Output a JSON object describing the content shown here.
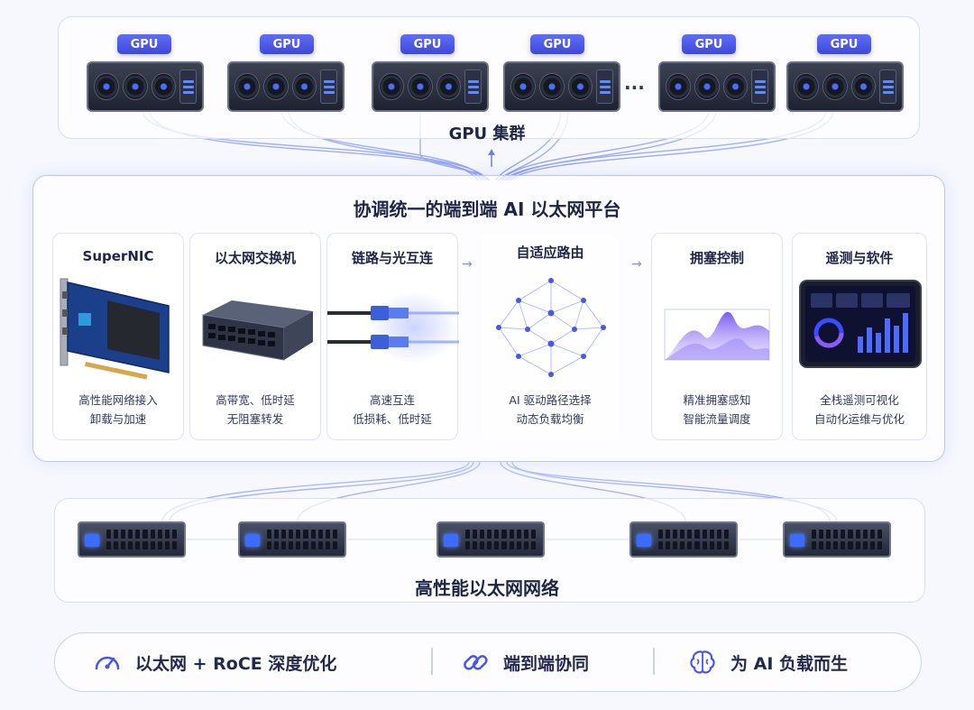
{
  "gpu_cluster": {
    "badges": [
      "GPU",
      "GPU",
      "GPU",
      "GPU",
      "GPU",
      "GPU"
    ],
    "ellipsis": "...",
    "label": "GPU 集群"
  },
  "platform": {
    "title": "协调统一的端到端 AI 以太网平台",
    "cards": [
      {
        "title": "SuperNIC",
        "desc": [
          "高性能网络接入",
          "卸载与加速"
        ]
      },
      {
        "title": "以太网交换机",
        "desc": [
          "高带宽、低时延",
          "无阻塞转发"
        ]
      },
      {
        "title": "链路与光互连",
        "desc": [
          "高速互连",
          "低损耗、低时延"
        ]
      },
      {
        "title": "自适应路由",
        "desc": [
          "AI 驱动路径选择",
          "动态负载均衡"
        ]
      },
      {
        "title": "拥塞控制",
        "desc": [
          "精准拥塞感知",
          "智能流量调度"
        ]
      },
      {
        "title": "遥测与软件",
        "desc": [
          "全栈遥测可视化",
          "自动化运维与优化"
        ]
      }
    ]
  },
  "network": {
    "label": "高性能以太网网络"
  },
  "features": [
    {
      "icon": "speedometer-icon",
      "label": "以太网 + RoCE 深度优化"
    },
    {
      "icon": "link-icon",
      "label": "端到端协同"
    },
    {
      "icon": "brain-icon",
      "label": "为 AI 负载而生"
    }
  ],
  "colors": {
    "accent": "#4a55e8",
    "glow": "#8a9bff",
    "text": "#1f2547"
  }
}
